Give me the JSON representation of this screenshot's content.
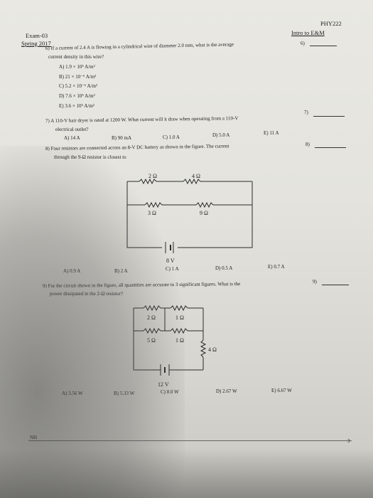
{
  "header": {
    "exam": "Exam-03",
    "term": "Spring 2017",
    "course": "PHY222",
    "course_title": "Intro to E&M"
  },
  "q6": {
    "text_line1": "6) If a current of 2.4 A is flowing in a cylindrical wire of diameter 2.0 mm, what is the average",
    "text_line2": "current density in this wire?",
    "answer_label": "6)",
    "choices": [
      "A) 1.9 × 10⁵ A/m²",
      "B) 21 × 10⁻⁶ A/m²",
      "C) 5.2 × 10⁻⁶ A/m²",
      "D) 7.6 × 10⁵ A/m²",
      "E) 3.6 × 10⁵ A/m²"
    ]
  },
  "q7": {
    "text_line1": "7) A 110-V hair dryer is rated at 1200 W. What current will it draw when operating from a 110-V",
    "text_line2": "electrical outlet?",
    "answer_label": "7)",
    "choices": [
      "A) 14 A",
      "B) 90 mA",
      "C) 1.0 A",
      "D) 5.0 A",
      "E) 11 A"
    ]
  },
  "q8": {
    "text_line1": "8) Four resistors are connected across an 8-V DC battery as shown in the figure. The current",
    "text_line2": "through the 9-Ω resistor is closest to",
    "answer_label": "8)",
    "resistors": [
      "2 Ω",
      "4 Ω",
      "3 Ω",
      "9 Ω"
    ],
    "battery": "8 V",
    "choices": [
      "A) 0.9 A",
      "B) 2 A",
      "C) 1 A",
      "D) 0.5 A",
      "E) 0.7 A"
    ]
  },
  "q9": {
    "text_line1": "9) For the circuit shown in the figure, all quantities are accurate to 3 significant figures. What is the",
    "text_line2": "power dissipated in the 2-Ω resistor?",
    "answer_label": "9)",
    "resistors": [
      "2 Ω",
      "1 Ω",
      "5 Ω",
      "1 Ω",
      "4 Ω"
    ],
    "battery": "12 V",
    "choices": [
      "A) 3.56 W",
      "B) 5.33 W",
      "C) 8.0 W",
      "D) 2.67 W",
      "E) 6.67 W"
    ]
  },
  "footer": {
    "initials": "NH",
    "page_number": "3"
  }
}
